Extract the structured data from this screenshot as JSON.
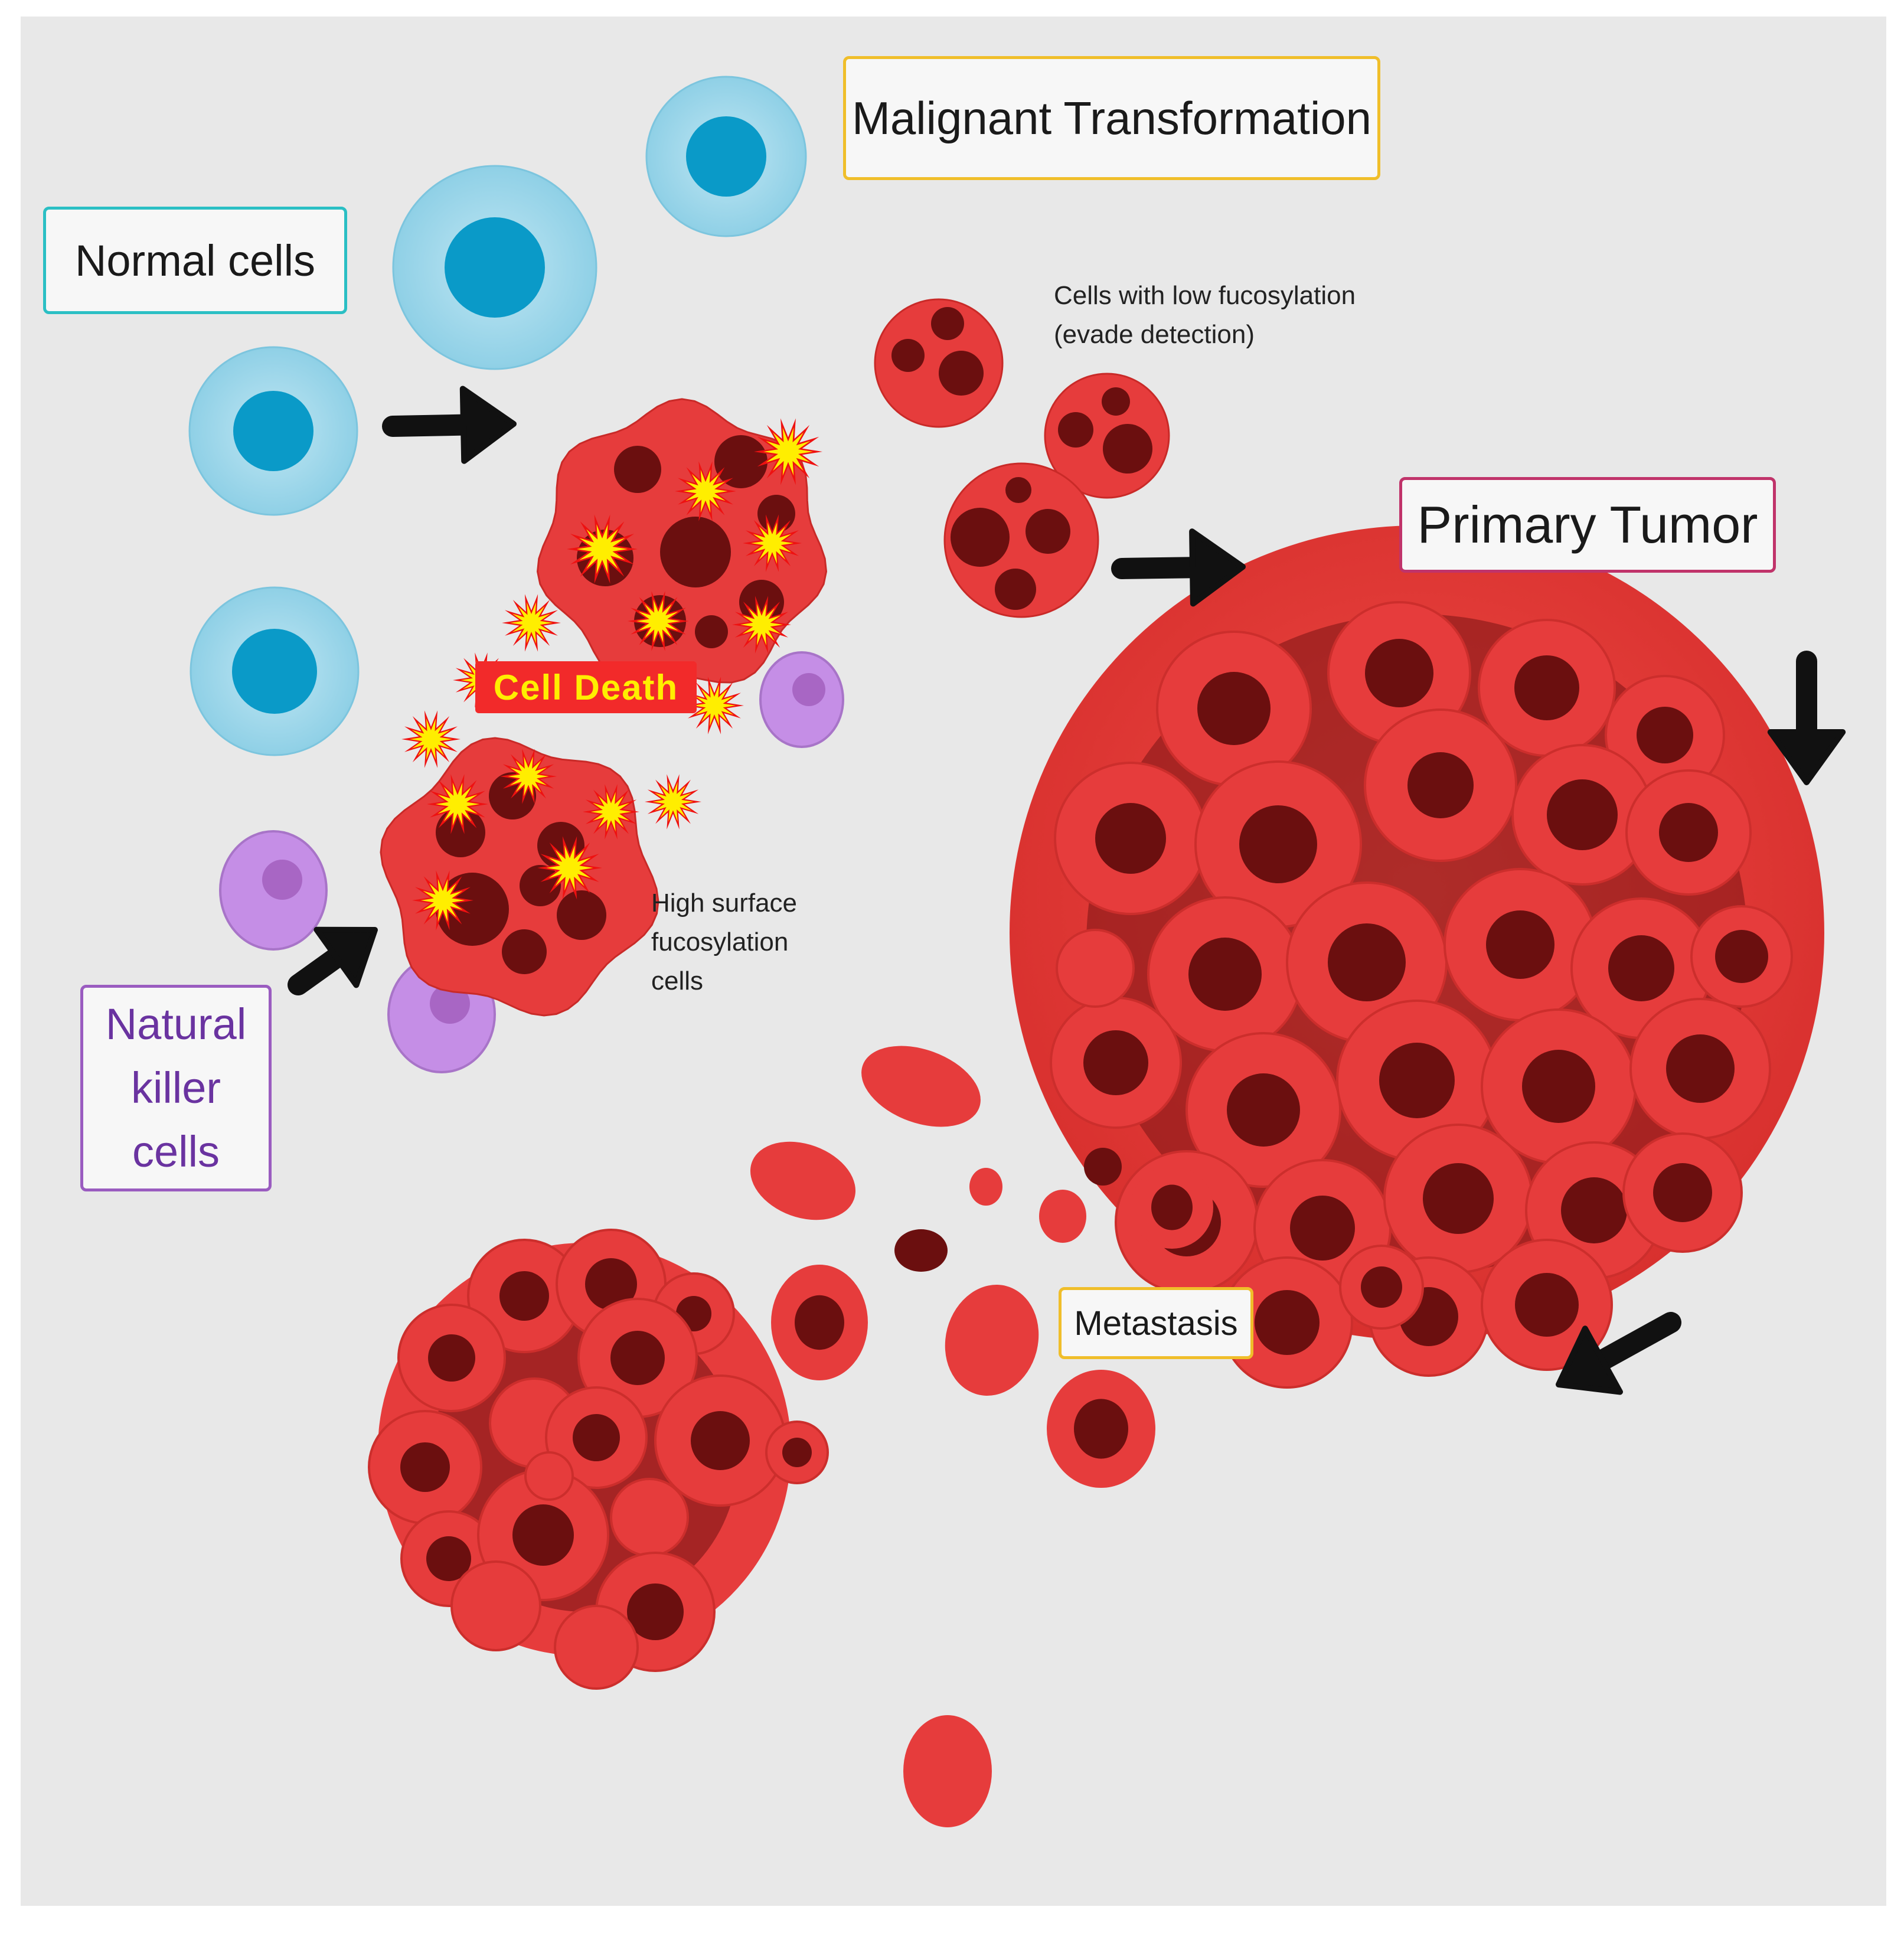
{
  "labels": {
    "normal_cells": "Normal cells",
    "malignant_transformation": "Malignant Transformation",
    "primary_tumor": "Primary Tumor",
    "natural_killer_cells": "Natural\nkiller\ncells",
    "metastasis": "Metastasis",
    "cell_death": "Cell Death",
    "low_fucosylation_line1": "Cells with low fucosylation",
    "low_fucosylation_line2": "(evade detection)",
    "high_fucosylation_line1": "High surface",
    "high_fucosylation_line2": "fucosylation",
    "high_fucosylation_line3": "cells"
  },
  "colors": {
    "background": "#e8e8e8",
    "normal_cell_outer": "#8fd0e6",
    "normal_cell_nucleus": "#0a9ac8",
    "tumor_cell": "#e63c3c",
    "tumor_nucleus": "#6b0f0f",
    "nk_cell": "#c58ee6",
    "nk_nucleus": "#a866c4",
    "starburst_fill": "#ffee00",
    "starburst_edge": "#ee1111",
    "arrow": "#111111",
    "normal_box_border": "#2bbfc4",
    "malignant_box_border": "#f0be2a",
    "primary_box_border": "#c0336a",
    "nk_box_border": "#9a5cc0",
    "metastasis_box_border": "#f0be2a",
    "nk_text": "#6a33a0"
  },
  "icons": [
    "normal-cell-icon",
    "tumor-cell-icon",
    "natural-killer-cell-icon",
    "starburst-icon",
    "arrow-icon"
  ]
}
